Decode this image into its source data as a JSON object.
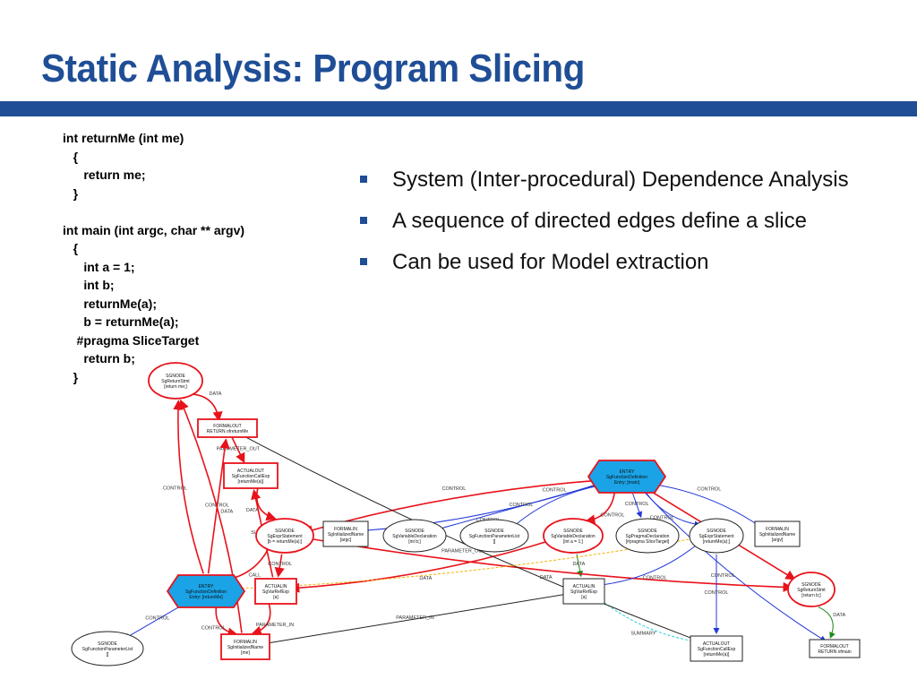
{
  "slide": {
    "title": "Static Analysis: Program Slicing",
    "accent_color": "#1f4e96"
  },
  "code_lines": [
    "int returnMe (int me)",
    "   {",
    "      return me;",
    "   }",
    "",
    "int main (int argc, char ** argv)",
    "   {",
    "      int a = 1;",
    "      int b;",
    "      returnMe(a);",
    "      b = returnMe(a);",
    "    #pragma SliceTarget",
    "      return b;",
    "   }"
  ],
  "bullets": [
    "System (Inter-procedural) Dependence Analysis",
    "A sequence of directed edges define a slice",
    "Can be used for Model extraction"
  ],
  "graph": {
    "colors": {
      "slice": "#e8121b",
      "control": "#2238d8",
      "normal": "#222222",
      "call": "#f0b400",
      "summary": "#22ccdd",
      "data_green": "#1a8a1a",
      "entry_fill": "#1aa3e6"
    },
    "nodes": [
      {
        "id": "sgnode_return_me",
        "shape": "ellipse",
        "style": "slice",
        "lines": [
          "SGNODE",
          "SgReturnStmt",
          "[return me;]"
        ]
      },
      {
        "id": "formalout_returnme",
        "shape": "box",
        "style": "slice",
        "lines": [
          "FORMALOUT",
          "RETURN ofreturnMe"
        ]
      },
      {
        "id": "actualout_1",
        "shape": "box",
        "style": "slice",
        "lines": [
          "ACTUALOUT",
          "SgFunctionCallExp",
          "[returnMe(a)]"
        ]
      },
      {
        "id": "sgnode_b_assign",
        "shape": "ellipse",
        "style": "slice",
        "lines": [
          "SGNODE",
          "SgExprStatement",
          "[b = returnMe(a);]"
        ]
      },
      {
        "id": "formalin_argc",
        "shape": "box",
        "style": "normal",
        "lines": [
          "FORMALIN",
          "SgInitializedName",
          "[argc]"
        ]
      },
      {
        "id": "sgnode_int_b",
        "shape": "ellipse",
        "style": "normal",
        "lines": [
          "SGNODE",
          "SgVariableDeclaration",
          "[int b;]"
        ]
      },
      {
        "id": "sgnode_paramlist_main",
        "shape": "ellipse",
        "style": "normal",
        "lines": [
          "SGNODE",
          "SgFunctionParameterList",
          "[]"
        ]
      },
      {
        "id": "sgnode_int_a",
        "shape": "ellipse",
        "style": "slice",
        "lines": [
          "SGNODE",
          "SgVariableDeclaration",
          "[int a = 1;]"
        ]
      },
      {
        "id": "sgnode_pragma",
        "shape": "ellipse",
        "style": "normal",
        "lines": [
          "SGNODE",
          "SgPragmaDeclaration",
          "[#pragma SliceTarget]"
        ]
      },
      {
        "id": "sgnode_call_returnme",
        "shape": "ellipse",
        "style": "normal",
        "lines": [
          "SGNODE",
          "SgExprStatement",
          "[returnMe(a);]"
        ]
      },
      {
        "id": "formalin_argv",
        "shape": "box",
        "style": "normal",
        "lines": [
          "FORMALIN",
          "SgInitializedName",
          "[argv]"
        ]
      },
      {
        "id": "entry_main",
        "shape": "hexagon",
        "style": "entry",
        "lines": [
          "ENTRY",
          "SgFunctionDefinition",
          "Entry: [main]"
        ]
      },
      {
        "id": "entry_returnme",
        "shape": "hexagon",
        "style": "entry",
        "lines": [
          "ENTRY",
          "SgFunctionDefinition",
          "Entry: [returnMe]"
        ]
      },
      {
        "id": "actualin_1",
        "shape": "box",
        "style": "slice",
        "lines": [
          "ACTUALIN",
          "SgVarRefExp",
          "[a]"
        ]
      },
      {
        "id": "actualin_2",
        "shape": "box",
        "style": "normal",
        "lines": [
          "ACTUALIN",
          "SgVarRefExp",
          "[a]"
        ]
      },
      {
        "id": "sgnode_return_b",
        "shape": "ellipse",
        "style": "slice",
        "lines": [
          "SGNODE",
          "SgReturnStmt",
          "[return b;]"
        ]
      },
      {
        "id": "sgnode_paramlist_returnme",
        "shape": "ellipse",
        "style": "normal",
        "lines": [
          "SGNODE",
          "SgFunctionParameterList",
          "[]"
        ]
      },
      {
        "id": "formalin_me",
        "shape": "box",
        "style": "slice",
        "lines": [
          "FORMALIN",
          "SgInitializedName",
          "[me]"
        ]
      },
      {
        "id": "actualout_2",
        "shape": "box",
        "style": "normal",
        "lines": [
          "ACTUALOUT",
          "SgFunctionCallExp",
          "[returnMe(a)]"
        ]
      },
      {
        "id": "formalout_main",
        "shape": "box",
        "style": "normal",
        "lines": [
          "FORMALOUT",
          "RETURN ofmain"
        ]
      }
    ],
    "edges": [
      {
        "from": "sgnode_return_me",
        "to": "formalout_returnme",
        "style": "slice",
        "label": "DATA"
      },
      {
        "from": "formalout_returnme",
        "to": "actualout_1",
        "style": "slice",
        "label": "PARAMETER_OUT"
      },
      {
        "from": "actualout_1",
        "to": "sgnode_b_assign",
        "style": "slice",
        "label": "DATA"
      },
      {
        "from": "entry_returnme",
        "to": "sgnode_return_me",
        "style": "slice",
        "label": "CONTROL"
      },
      {
        "from": "entry_returnme",
        "to": "formalout_returnme",
        "style": "slice",
        "label": "CONTROL"
      },
      {
        "from": "formalin_me",
        "to": "sgnode_return_me",
        "style": "slice",
        "label": "DATA"
      },
      {
        "from": "sgnode_b_assign",
        "to": "entry_returnme",
        "style": "slice",
        "label": "CALL"
      },
      {
        "from": "actualin_1",
        "to": "actualout_1",
        "style": "slice",
        "label": "SUMMARY"
      },
      {
        "from": "entry_main",
        "to": "sgnode_b_assign",
        "style": "slice",
        "label": "CONTROL"
      },
      {
        "from": "entry_main",
        "to": "formalin_argc",
        "style": "control",
        "label": "CONTROL"
      },
      {
        "from": "entry_main",
        "to": "sgnode_int_b",
        "style": "control",
        "label": "CONTROL"
      },
      {
        "from": "entry_main",
        "to": "sgnode_paramlist_main",
        "style": "control",
        "label": "CONTROL"
      },
      {
        "from": "entry_main",
        "to": "sgnode_int_a",
        "style": "slice",
        "label": "CONTROL"
      },
      {
        "from": "entry_main",
        "to": "sgnode_pragma",
        "style": "control",
        "label": "CONTROL"
      },
      {
        "from": "entry_main",
        "to": "sgnode_call_returnme",
        "style": "control",
        "label": "CONTROL"
      },
      {
        "from": "entry_main",
        "to": "formalin_argv",
        "style": "control",
        "label": "CONTROL"
      },
      {
        "from": "entry_main",
        "to": "sgnode_return_b",
        "style": "slice",
        "label": "CONTROL"
      },
      {
        "from": "entry_main",
        "to": "formalout_main",
        "style": "control",
        "label": "CONTROL"
      },
      {
        "from": "sgnode_int_a",
        "to": "actualin_1",
        "style": "slice",
        "label": "DATA"
      },
      {
        "from": "sgnode_int_a",
        "to": "actualin_2",
        "style": "data_green",
        "label": "DATA"
      },
      {
        "from": "sgnode_b_assign",
        "to": "sgnode_return_b",
        "style": "slice",
        "label": "DATA"
      },
      {
        "from": "sgnode_call_returnme",
        "to": "actualin_2",
        "style": "control",
        "label": "CONTROL"
      },
      {
        "from": "sgnode_call_returnme",
        "to": "actualout_2",
        "style": "control",
        "label": "CONTROL"
      },
      {
        "from": "actualin_2",
        "to": "actualout_2",
        "style": "summary",
        "label": "SUMMARY"
      },
      {
        "from": "sgnode_return_b",
        "to": "formalout_main",
        "style": "data_green",
        "label": "DATA"
      },
      {
        "from": "entry_returnme",
        "to": "sgnode_paramlist_returnme",
        "style": "control",
        "label": "CONTROL"
      },
      {
        "from": "entry_returnme",
        "to": "formalin_me",
        "style": "slice",
        "label": "CONTROL"
      },
      {
        "from": "actualin_1",
        "to": "formalin_me",
        "style": "slice",
        "label": "PARAMETER_IN"
      },
      {
        "from": "actualin_2",
        "to": "formalin_me",
        "style": "normal",
        "label": "PARAMETER_IN"
      },
      {
        "from": "formalout_returnme",
        "to": "actualout_2",
        "style": "normal",
        "label": "PARAMETER_OUT"
      },
      {
        "from": "sgnode_call_returnme",
        "to": "entry_returnme",
        "style": "call",
        "label": ""
      },
      {
        "from": "sgnode_b_assign",
        "to": "actualin_1",
        "style": "slice",
        "label": "CONTROL"
      }
    ]
  }
}
